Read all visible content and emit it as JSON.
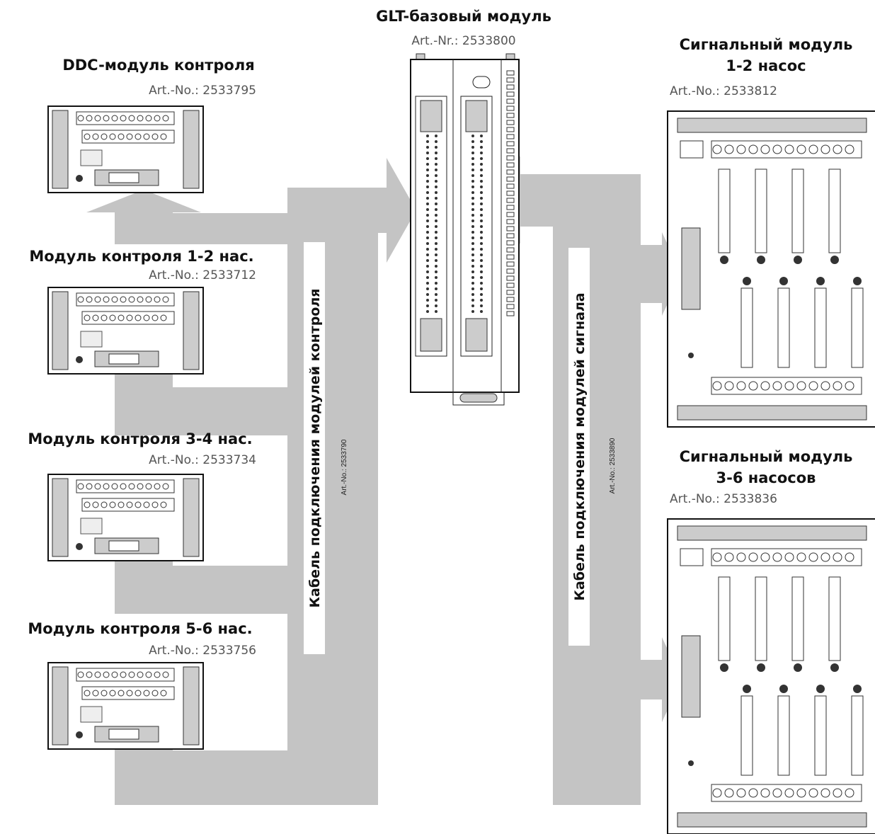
{
  "base_module": {
    "title": "GLT-базовый модуль",
    "art": "Art.-Nr.: 2533800"
  },
  "left_modules": [
    {
      "title": "DDC-модуль контроля",
      "art": "Art.-No.: 2533795"
    },
    {
      "title": "Модуль контроля 1-2 нас.",
      "art": "Art.-No.: 2533712"
    },
    {
      "title": "Модуль контроля 3-4 нас.",
      "art": "Art.-No.: 2533734"
    },
    {
      "title": "Модуль контроля 5-6 нас.",
      "art": "Art.-No.: 2533756"
    }
  ],
  "right_modules": [
    {
      "title_line1": "Сигнальный модуль",
      "title_line2": "1-2 насос",
      "art": "Art.-No.: 2533812"
    },
    {
      "title_line1": "Сигнальный модуль",
      "title_line2": "3-6 насосов",
      "art": "Art.-No.: 2533836"
    }
  ],
  "cables": {
    "control": {
      "label": "Кабель подключения модулей контроля",
      "art": "Art.-No.: 2533790"
    },
    "signal": {
      "label": "Кабель подключения модулей сигнала",
      "art": "Art.-No.: 2533890"
    }
  }
}
